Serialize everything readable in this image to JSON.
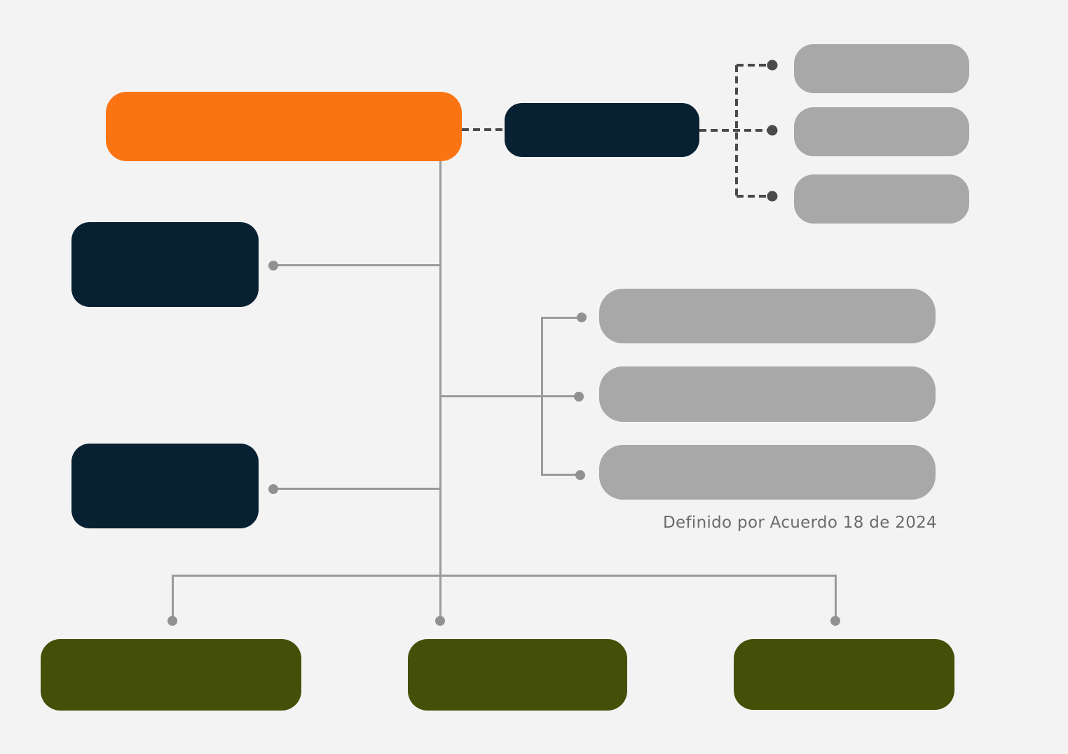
{
  "annotation": {
    "text": "Definido por Acuerdo 18 de 2024"
  },
  "colors": {
    "background": "#f3f3f4",
    "primary_orange": "#fb7413",
    "dark_navy": "#082132",
    "gray_box": "#a8a8a9",
    "olive_green": "#445008",
    "connector": "#9a9a9a",
    "connector_dot": "#919191",
    "dashed_connector": "#4a4a4a",
    "annotation_text": "#6b6b6b"
  },
  "diagram": {
    "type": "organizational-chart",
    "nodes": [
      {
        "id": "root",
        "label": "",
        "color_key": "primary_orange",
        "linked_from": null,
        "link_style": null
      },
      {
        "id": "secondary",
        "label": "",
        "color_key": "dark_navy",
        "linked_from": "root",
        "link_style": "dashed"
      },
      {
        "id": "advisory-1",
        "label": "",
        "color_key": "gray_box",
        "linked_from": "secondary",
        "link_style": "dashed"
      },
      {
        "id": "advisory-2",
        "label": "",
        "color_key": "gray_box",
        "linked_from": "secondary",
        "link_style": "dashed"
      },
      {
        "id": "advisory-3",
        "label": "",
        "color_key": "gray_box",
        "linked_from": "secondary",
        "link_style": "dashed"
      },
      {
        "id": "left-1",
        "label": "",
        "color_key": "dark_navy",
        "linked_from": "root",
        "link_style": "solid"
      },
      {
        "id": "left-2",
        "label": "",
        "color_key": "dark_navy",
        "linked_from": "root",
        "link_style": "solid"
      },
      {
        "id": "detail-1",
        "label": "",
        "color_key": "gray_box",
        "linked_from": "root",
        "link_style": "solid"
      },
      {
        "id": "detail-2",
        "label": "",
        "color_key": "gray_box",
        "linked_from": "root",
        "link_style": "solid"
      },
      {
        "id": "detail-3",
        "label": "",
        "color_key": "gray_box",
        "linked_from": "root",
        "link_style": "solid"
      },
      {
        "id": "bottom-1",
        "label": "",
        "color_key": "olive_green",
        "linked_from": "root",
        "link_style": "solid"
      },
      {
        "id": "bottom-2",
        "label": "",
        "color_key": "olive_green",
        "linked_from": "root",
        "link_style": "solid"
      },
      {
        "id": "bottom-3",
        "label": "",
        "color_key": "olive_green",
        "linked_from": "root",
        "link_style": "solid"
      }
    ]
  }
}
